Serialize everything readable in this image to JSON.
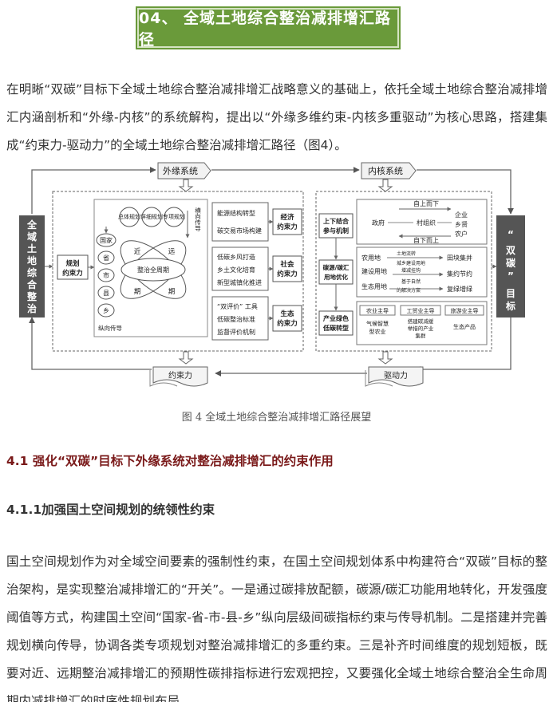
{
  "banner": {
    "title": "04、 全域土地综合整治减排增汇路径"
  },
  "intro": "在明晰“双碳”目标下全域土地综合整治减排增汇战略意义的基础上，依托全域土地综合整治减排增汇内涵剖析和“外缘-内核”的系统解构，提出以“外缘多维约束-内核多重驱动”为核心思路，搭建集成“约束力-驱动力”的全域土地综合整治减排增汇路径（图4）。",
  "figure": {
    "outer_system": "外缘系统",
    "inner_system": "内核系统",
    "left_bar": [
      "全",
      "域",
      "土",
      "地",
      "综",
      "合",
      "整",
      "治"
    ],
    "right_bar": {
      "q1": "“",
      "w1": "双",
      "w2": "碳",
      "q2": "”",
      "w3": "目",
      "w4": "标"
    },
    "plan": {
      "l1": "规划",
      "l2": "约束力"
    },
    "plan_types": [
      "总体规划",
      "详细规划",
      "专项规划"
    ],
    "horizontal": "横向传导",
    "levels": [
      "国家",
      "省",
      "市",
      "县",
      "乡"
    ],
    "vertical": "纵向传导",
    "near": "近",
    "far": "远",
    "period_l": "期",
    "period_r": "期",
    "lifecycle": "整治全周期",
    "econ": {
      "items": [
        "能源结构转型",
        "碳交易市场构建"
      ],
      "l1": "经济",
      "l2": "约束力"
    },
    "social": {
      "items": [
        "低碳乡风打造",
        "乡土文化培育",
        "新型城镇化推进"
      ],
      "l1": "社会",
      "l2": "约束力"
    },
    "eco": {
      "items": [
        "“双评价” 工具",
        "低碳整治标准",
        "监督评价机制"
      ],
      "l1": "生态",
      "l2": "约束力"
    },
    "top_down": "自上而下",
    "bottom_up": "自下而上",
    "actors": {
      "gov": "政府",
      "village": "村组织",
      "enterprise": "企业",
      "rural_capital": "乡贤",
      "farmer": "农户"
    },
    "combine": {
      "l1": "上下结合",
      "l2": "参与机制"
    },
    "sink": {
      "l1": "碳源/碳汇",
      "l2": "用地优化"
    },
    "land": [
      "农用地",
      "建设用地",
      "生态用地"
    ],
    "notes": {
      "n1a": "土地流转",
      "n1b": "城乡建设用地",
      "n1c": "增减挂钩",
      "n2a": "基于自然",
      "n2b": "的解决方案"
    },
    "effects": [
      "田块集并",
      "集约节约",
      "复绿增绿"
    ],
    "industry": {
      "l1": "产业绿色",
      "l2": "低碳转型"
    },
    "ind_cols": [
      {
        "head": "农业主导",
        "b1": "气候智慧",
        "b2": "型农业",
        "b3": ""
      },
      {
        "head": "工贸业主导",
        "b1": "搭建碳减缓",
        "b2": "举措的产业",
        "b3": "集群"
      },
      {
        "head": "旅游业主导",
        "b1": "生态产品",
        "b2": "",
        "b3": ""
      }
    ],
    "constraint": "约束力",
    "driving": "驱动力"
  },
  "caption": "图 4   全域土地综合整治减排增汇路径展望",
  "section_41": "4.1 强化“双碳”目标下外缘系统对整治减排增汇的约束作用",
  "section_411": "4.1.1加强国土空间规划的统领性约束",
  "body": "国土空间规划作为对全域空间要素的强制性约束，在国土空间规划体系中构建符合“双碳”目标的整治架构，是实现整治减排增汇的“开关”。一是通过碳排放配额，碳源/碳汇功能用地转化，开发强度阈值等方式，构建国土空间“国家-省-市-县-乡”纵向层级间碳指标约束与传导机制。二是搭建并完善规划横向传导，协调各类专项规划对整治减排增汇的多重约束。三是补齐时间维度的规划短板，既要对近、远期整治减排增汇的预期性碳排指标进行宏观把控，又要强化全域土地综合整治全生命周期内减排增汇的时序性规划布局。",
  "colors": {
    "banner": "#6a9a3a",
    "heading_red": "#7a1a1a",
    "bar_dark": "#555555"
  }
}
